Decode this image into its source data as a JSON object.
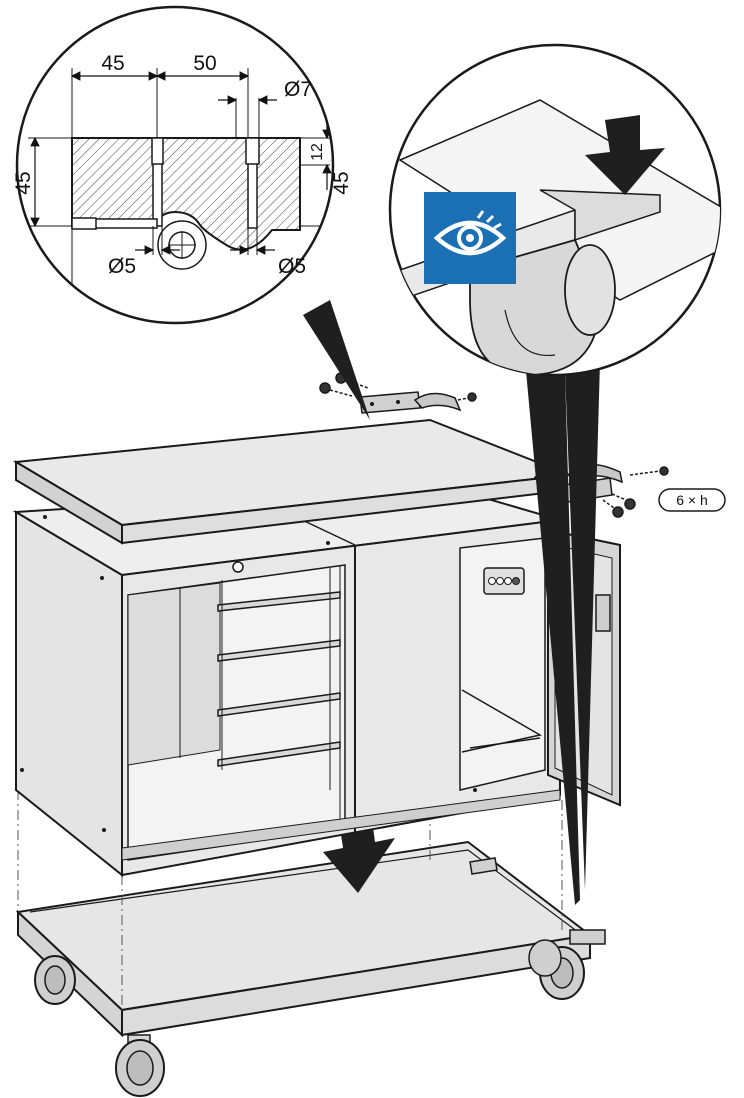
{
  "detail_magnifier": {
    "dimensions": {
      "top_left": "45",
      "top_right": "50",
      "hole_top_diameter": "Ø7",
      "depth_small": "12",
      "height_left": "45",
      "height_right": "45",
      "hole_left_diameter": "Ø5",
      "hole_right_diameter": "Ø5"
    }
  },
  "attention_magnifier": {
    "icon": "eye-icon",
    "icon_background": "#1a6fb5"
  },
  "hardware": {
    "quantity_label": "6 × h"
  },
  "colors": {
    "panel": "#e8e8e8",
    "panel_dark": "#cfcfcf",
    "outline": "#1a1a1a",
    "pointer": "#1a1a1a"
  }
}
